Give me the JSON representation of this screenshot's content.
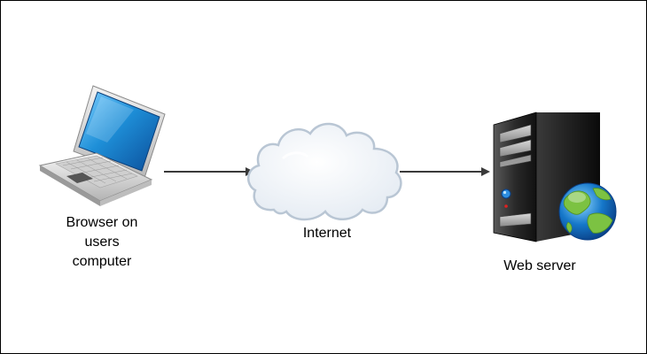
{
  "diagram": {
    "nodes": {
      "client": {
        "label_lines": [
          "Browser on",
          "users",
          "computer"
        ],
        "icon": "laptop-icon"
      },
      "network": {
        "label": "Internet",
        "icon": "cloud-icon"
      },
      "server": {
        "label": "Web server",
        "icon": "server-tower-icon",
        "badge_icon": "globe-icon"
      }
    },
    "edges": [
      {
        "from": "client",
        "to": "network",
        "style": "arrow"
      },
      {
        "from": "network",
        "to": "server",
        "style": "arrow"
      }
    ],
    "colors": {
      "border": "#000000",
      "arrow": "#3a3a3a",
      "laptop_screen": "#1e8fd8",
      "cloud_fill": "#f4f7fb",
      "cloud_stroke": "#b9c6d4",
      "server_body": "#2a2a2a",
      "globe_ocean": "#1577c9",
      "globe_land": "#7cc242"
    }
  }
}
